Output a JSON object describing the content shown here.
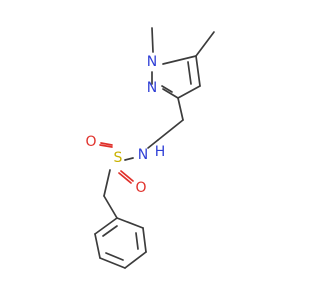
{
  "molecule": {
    "atoms": {
      "n1": "N",
      "n2": "N",
      "nh": "N",
      "h": "H",
      "s": "S",
      "o1": "O",
      "o2": "O"
    },
    "colors": {
      "carbon_bond": "#3c3c3c",
      "nitrogen": "#2f3fd6",
      "sulfur": "#c9b200",
      "oxygen": "#e0312b",
      "background": "#ffffff"
    }
  }
}
